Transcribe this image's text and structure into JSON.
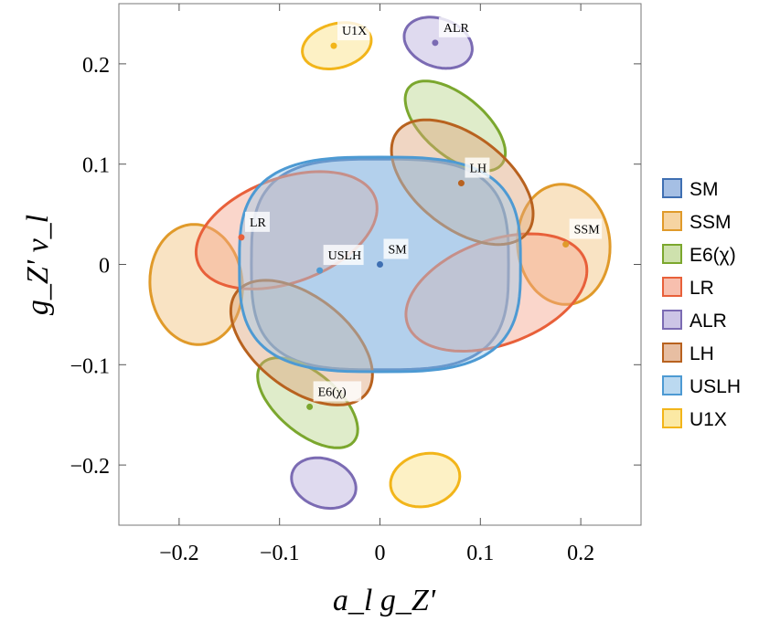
{
  "chart_data": {
    "type": "scatter",
    "title": "",
    "xlabel": "a_l g_Z'",
    "ylabel": "g_Z' v_l",
    "xlim": [
      -0.26,
      0.26
    ],
    "ylim": [
      -0.26,
      0.26
    ],
    "x_ticks": [
      -0.2,
      -0.1,
      0,
      0.1,
      0.2
    ],
    "y_ticks": [
      -0.2,
      -0.1,
      0,
      0.1,
      0.2
    ],
    "x_tick_labels": [
      "−0.2",
      "−0.1",
      "0",
      "0.1",
      "0.2"
    ],
    "y_tick_labels": [
      "−0.2",
      "−0.1",
      "0",
      "0.1",
      "0.2"
    ],
    "legend_position": "right",
    "series": [
      {
        "name": "SM",
        "color": "#3f6fb2",
        "fill": "#7fa4d8",
        "point": [
          0.0,
          0.0
        ],
        "label": "SM",
        "regions": [
          {
            "shape": "superellipse",
            "center": [
              0.0,
              0.0
            ],
            "rx": 0.128,
            "ry": 0.105,
            "n": 3.2
          }
        ]
      },
      {
        "name": "SSM",
        "color": "#e09a2a",
        "fill": "#f2c27a",
        "point": [
          0.185,
          0.02
        ],
        "label": "SSM",
        "regions": [
          {
            "shape": "ellipse",
            "center": [
              0.183,
              0.02
            ],
            "rx": 0.046,
            "ry": 0.06,
            "angle": 5
          },
          {
            "shape": "ellipse",
            "center": [
              -0.183,
              -0.02
            ],
            "rx": 0.046,
            "ry": 0.06,
            "angle": 5
          }
        ]
      },
      {
        "name": "E6(χ)",
        "color": "#7ba72e",
        "fill": "#b9d48a",
        "point": [
          -0.07,
          -0.142
        ],
        "label": "E6(χ)",
        "regions": [
          {
            "shape": "ellipse",
            "center": [
              -0.072,
              -0.138
            ],
            "rx": 0.06,
            "ry": 0.03,
            "angle": -40
          },
          {
            "shape": "ellipse",
            "center": [
              0.075,
              0.138
            ],
            "rx": 0.06,
            "ry": 0.03,
            "angle": -40
          }
        ]
      },
      {
        "name": "LR",
        "color": "#e8603a",
        "fill": "#f4a48c",
        "point": [
          -0.138,
          0.027
        ],
        "label": "LR",
        "regions": [
          {
            "shape": "ellipse",
            "center": [
              -0.093,
              0.034
            ],
            "rx": 0.094,
            "ry": 0.052,
            "angle": 20
          },
          {
            "shape": "ellipse",
            "center": [
              0.116,
              -0.028
            ],
            "rx": 0.094,
            "ry": 0.052,
            "angle": 20
          }
        ]
      },
      {
        "name": "ALR",
        "color": "#7b6bb3",
        "fill": "#b7addb",
        "point": [
          0.055,
          0.221
        ],
        "label": "ALR",
        "regions": [
          {
            "shape": "ellipse",
            "center": [
              0.058,
              0.221
            ],
            "rx": 0.035,
            "ry": 0.024,
            "angle": -20
          },
          {
            "shape": "ellipse",
            "center": [
              -0.056,
              -0.218
            ],
            "rx": 0.033,
            "ry": 0.024,
            "angle": -20
          }
        ]
      },
      {
        "name": "LH",
        "color": "#b8621f",
        "fill": "#dda37a",
        "point": [
          0.081,
          0.081
        ],
        "label": "LH",
        "regions": [
          {
            "shape": "ellipse",
            "center": [
              0.082,
              0.082
            ],
            "rx": 0.082,
            "ry": 0.046,
            "angle": -38
          },
          {
            "shape": "ellipse",
            "center": [
              -0.078,
              -0.078
            ],
            "rx": 0.082,
            "ry": 0.046,
            "angle": -38
          }
        ]
      },
      {
        "name": "USLH",
        "color": "#4d9ad3",
        "fill": "#9ec9ea",
        "point": [
          -0.06,
          -0.006
        ],
        "label": "USLH",
        "regions": [
          {
            "shape": "superellipse",
            "center": [
              0.0,
              0.0
            ],
            "rx": 0.14,
            "ry": 0.107,
            "n": 3.1
          }
        ]
      },
      {
        "name": "U1X",
        "color": "#f2b51a",
        "fill": "#fae07e",
        "point": [
          -0.046,
          0.218
        ],
        "label": "U1X",
        "regions": [
          {
            "shape": "ellipse",
            "center": [
              -0.043,
              0.218
            ],
            "rx": 0.035,
            "ry": 0.022,
            "angle": 15
          },
          {
            "shape": "ellipse",
            "center": [
              0.045,
              -0.215
            ],
            "rx": 0.035,
            "ry": 0.026,
            "angle": 15
          }
        ]
      }
    ],
    "legend": [
      "SM",
      "SSM",
      "E6(χ)",
      "LR",
      "ALR",
      "LH",
      "USLH",
      "U1X"
    ]
  }
}
